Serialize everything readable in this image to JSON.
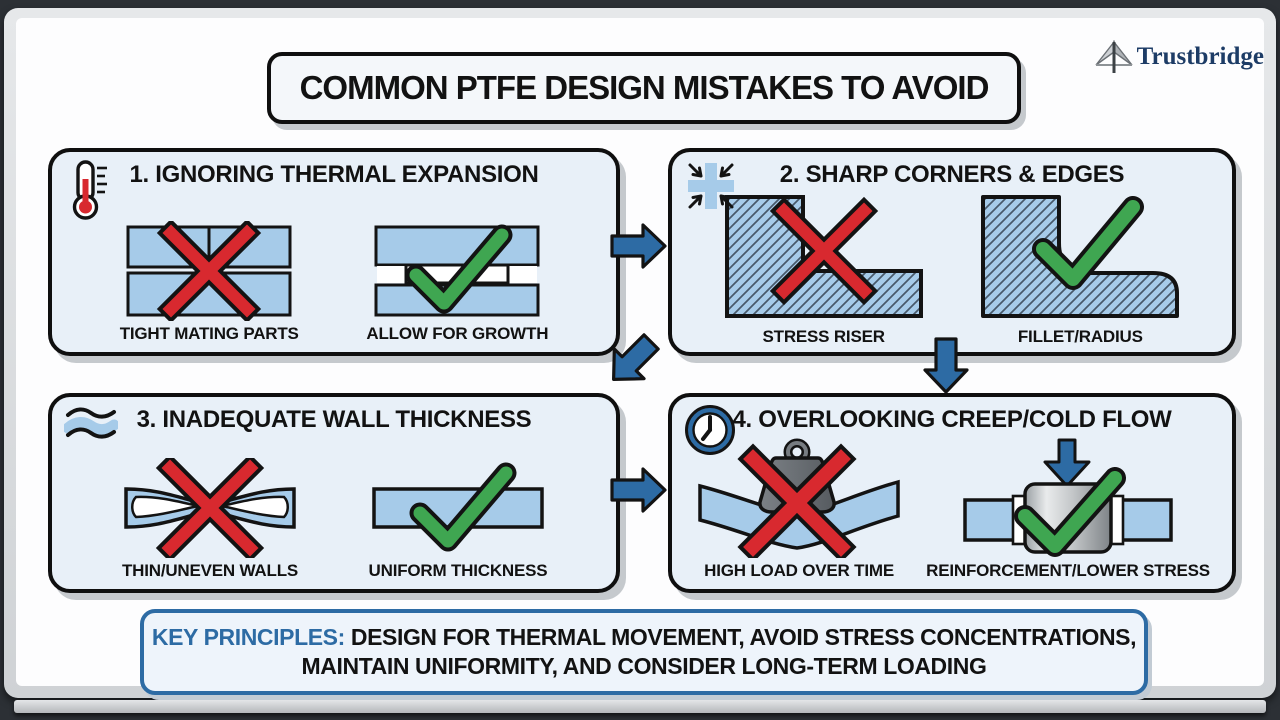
{
  "brand": {
    "name": "Trustbridge"
  },
  "header": {
    "title": "COMMON PTFE DESIGN MISTAKES TO AVOID"
  },
  "panels": [
    {
      "title": "1. IGNORING THERMAL EXPANSION",
      "icon": "thermometer",
      "wrong_caption": "TIGHT MATING PARTS",
      "right_caption": "ALLOW FOR GROWTH"
    },
    {
      "title": "2. SHARP CORNERS & EDGES",
      "icon": "compress-arrows",
      "wrong_caption": "STRESS RISER",
      "right_caption": "FILLET/RADIUS"
    },
    {
      "title": "3. INADEQUATE WALL THICKNESS",
      "icon": "waves",
      "wrong_caption": "THIN/UNEVEN WALLS",
      "right_caption": "UNIFORM THICKNESS"
    },
    {
      "title": "4. OVERLOOKING CREEP/COLD FLOW",
      "icon": "clock",
      "wrong_caption": "HIGH LOAD OVER TIME",
      "right_caption": "REINFORCEMENT/LOWER STRESS"
    }
  ],
  "key_principles": {
    "label": "KEY PRINCIPLES:",
    "line1": "DESIGN FOR THERMAL MOVEMENT, AVOID STRESS CONCENTRATIONS,",
    "line2": "MAINTAIN UNIFORMITY, AND CONSIDER LONG-TERM LOADING"
  },
  "colors": {
    "accent_blue": "#2d6ba4",
    "error_red": "#d8292f",
    "success_green": "#3fa651",
    "part_blue": "#a6cbe9",
    "panel_bg": "#e8f0f8",
    "brand_navy": "#1d3c66"
  }
}
